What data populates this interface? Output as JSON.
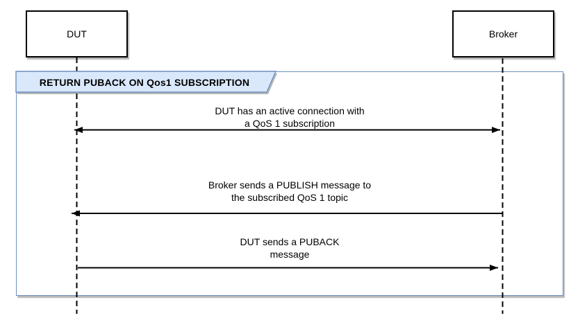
{
  "diagram": {
    "type": "sequence-diagram",
    "frame_title": "RETURN PUBACK ON Qos1 SUBSCRIPTION",
    "actors": [
      {
        "name": "DUT"
      },
      {
        "name": "Broker"
      }
    ],
    "messages": [
      {
        "from": "DUT",
        "to": "Broker",
        "direction": "bidirectional",
        "label": "DUT has an active connection with\na QoS 1 subscription"
      },
      {
        "from": "Broker",
        "to": "DUT",
        "direction": "right-to-left",
        "label": "Broker sends a PUBLISH message to\nthe subscribed QoS 1 topic"
      },
      {
        "from": "DUT",
        "to": "Broker",
        "direction": "left-to-right",
        "label": "DUT sends a PUBACK\nmessage"
      }
    ],
    "colors": {
      "frame_border": "#6c8ebf",
      "tab_fill": "#dae8fc",
      "line": "#000000",
      "actor_border": "#000000",
      "actor_fill": "#ffffff"
    }
  }
}
